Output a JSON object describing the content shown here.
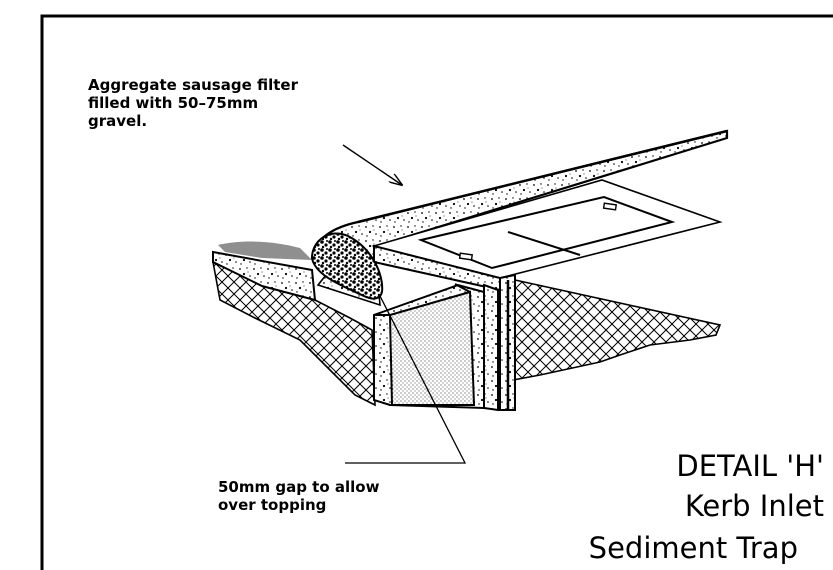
{
  "drawing": {
    "note_filter": [
      "Aggregate sausage filter",
      "filled with 50–75mm",
      "gravel."
    ],
    "note_gap": [
      "50mm gap to allow",
      "over topping"
    ],
    "title": [
      "DETAIL 'H'",
      "Kerb Inlet",
      "Sediment Trap"
    ]
  }
}
